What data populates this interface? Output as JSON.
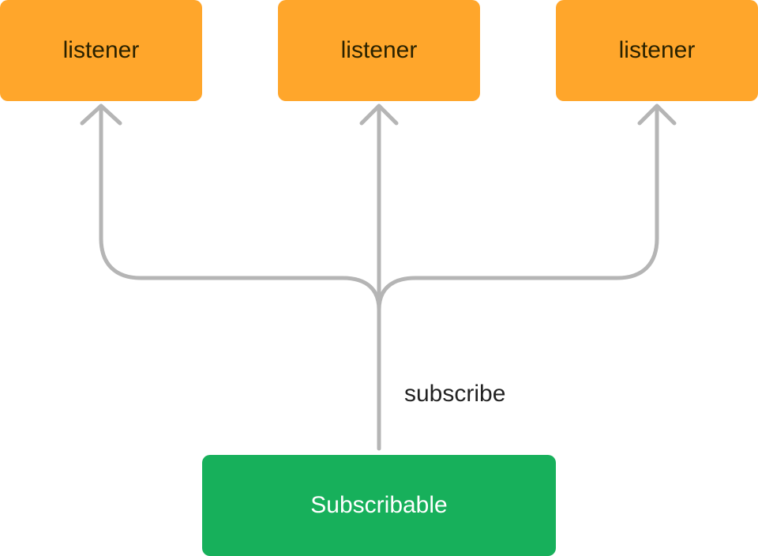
{
  "colors": {
    "listener_fill": "#FFA62B",
    "subscribable_fill": "#17B05B",
    "connector_stroke": "#B5B5B5"
  },
  "listeners": [
    {
      "label": "listener"
    },
    {
      "label": "listener"
    },
    {
      "label": "listener"
    }
  ],
  "source": {
    "label": "Subscribable"
  },
  "edge": {
    "label": "subscribe"
  }
}
